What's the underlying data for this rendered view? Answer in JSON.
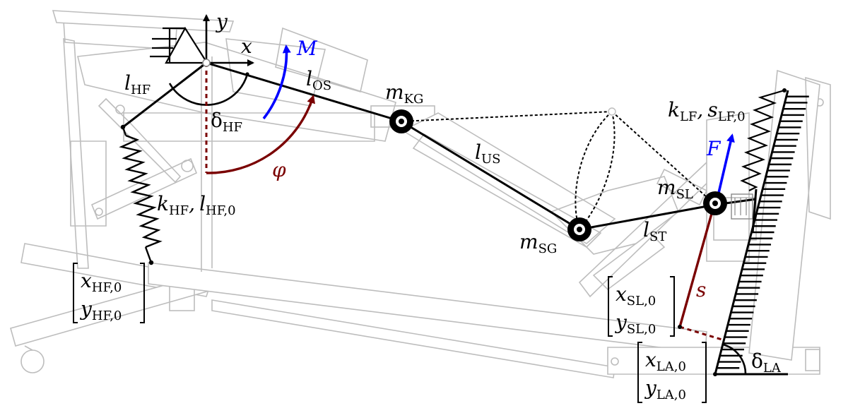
{
  "labels": {
    "y_axis": {
      "base": "y",
      "sub": ""
    },
    "x_axis": {
      "base": "x",
      "sub": ""
    },
    "moment": {
      "base": "M",
      "sub": ""
    },
    "l_hf": {
      "base": "l",
      "sub": "HF"
    },
    "l_os": {
      "base": "l",
      "sub": "OS"
    },
    "m_kg": {
      "base": "m",
      "sub": "KG"
    },
    "delta_hf": {
      "base": "δ",
      "sub": "HF"
    },
    "phi": {
      "base": "φ",
      "sub": ""
    },
    "l_us": {
      "base": "l",
      "sub": "US"
    },
    "k_hf": {
      "base": "k",
      "sub": "HF"
    },
    "l_hf0": {
      "base": "l",
      "sub": "HF,0"
    },
    "k_lf": {
      "base": "k",
      "sub": "LF"
    },
    "s_lf0": {
      "base": "s",
      "sub": "LF,0"
    },
    "force": {
      "base": "F",
      "sub": ""
    },
    "m_sl": {
      "base": "m",
      "sub": "SL"
    },
    "m_sg": {
      "base": "m",
      "sub": "SG"
    },
    "l_st": {
      "base": "l",
      "sub": "ST"
    },
    "s": {
      "base": "s",
      "sub": ""
    },
    "x_hf0": {
      "base": "x",
      "sub": "HF,0"
    },
    "y_hf0": {
      "base": "y",
      "sub": "HF,0"
    },
    "x_sl0": {
      "base": "x",
      "sub": "SL,0"
    },
    "y_sl0": {
      "base": "y",
      "sub": "SL,0"
    },
    "x_la0": {
      "base": "x",
      "sub": "LA,0"
    },
    "y_la0": {
      "base": "y",
      "sub": "LA,0"
    },
    "delta_la": {
      "base": "δ",
      "sub": "LA"
    },
    "comma": ","
  },
  "colors": {
    "moment": "#0000ff",
    "force": "#0000ff",
    "angle_phi": "#7a0000",
    "displacement_s": "#7a0000",
    "links": "#000000",
    "mechanism": "#bdbdbd"
  }
}
